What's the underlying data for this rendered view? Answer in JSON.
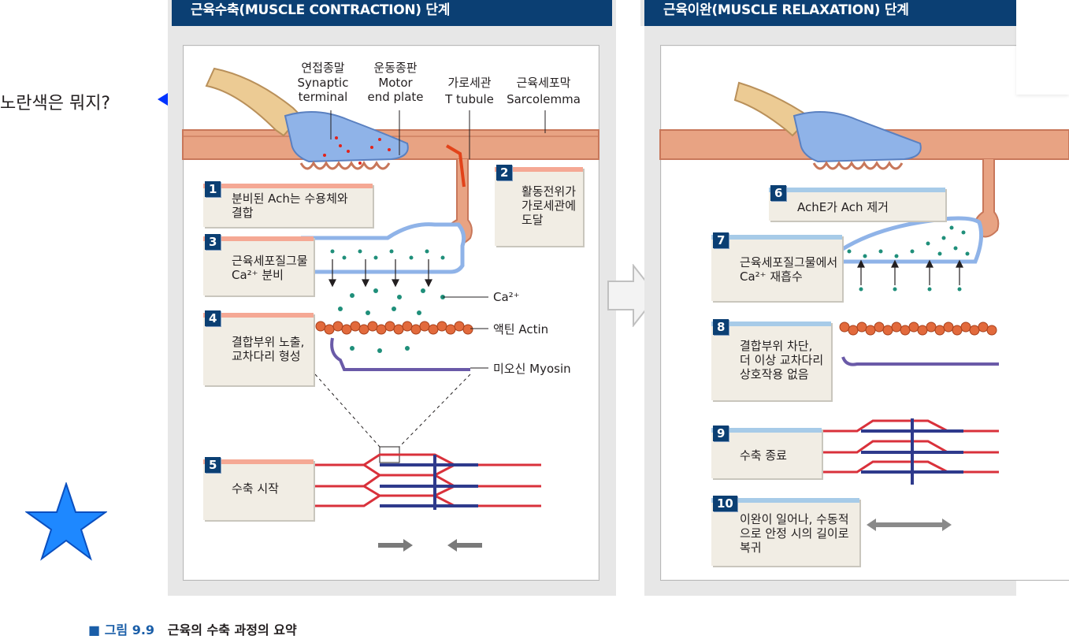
{
  "note_text": "노란색은 뭐지?",
  "left_panel": {
    "header": "근육수축(MUSCLE CONTRACTION) 단계",
    "labels": {
      "synaptic_terminal_ko": "연접종말",
      "synaptic_terminal_en": "Synaptic\nterminal",
      "motor_end_plate_ko": "운동종판",
      "motor_end_plate_en": "Motor\nend plate",
      "t_tubule_ko": "가로세관",
      "t_tubule_en": "T tubule",
      "sarcolemma_ko": "근육세포막",
      "sarcolemma_en": "Sarcolemma",
      "ca": "Ca²⁺",
      "actin": "액틴 Actin",
      "myosin": "미오신 Myosin"
    },
    "steps": [
      {
        "num": "1",
        "text": "분비된 Ach는 수용체와\n결합"
      },
      {
        "num": "2",
        "text": "활동전위가\n가로세관에\n도달"
      },
      {
        "num": "3",
        "text": "근육세포질그물\nCa²⁺ 분비"
      },
      {
        "num": "4",
        "text": "결합부위 노출,\n교차다리 형성"
      },
      {
        "num": "5",
        "text": "수축 시작"
      }
    ]
  },
  "right_panel": {
    "header": "근육이완(MUSCLE RELAXATION) 단계",
    "steps": [
      {
        "num": "6",
        "text": "AchE가 Ach 제거"
      },
      {
        "num": "7",
        "text": "근육세포질그물에서\nCa²⁺ 재흡수"
      },
      {
        "num": "8",
        "text": "결합부위 차단,\n더 이상 교차다리\n상호작용 없음"
      },
      {
        "num": "9",
        "text": "수축 종료"
      },
      {
        "num": "10",
        "text": "이완이 일어나, 수동적\n으로 안정 시의 길이로\n복귀"
      }
    ]
  },
  "caption": {
    "tag": "■ 그림 9.9",
    "title": "근육의 수축 과정의 요약"
  },
  "colors": {
    "header_bg": "#0b3f73",
    "arrow_blue": "#0033ff",
    "star_blue": "#1e88ff",
    "sarcolemma": "#e6a07d",
    "terminal": "#8fb3e8",
    "calcium": "#1f8f7a",
    "actin": "#e26a3c",
    "myosin": "#6a5aa8",
    "sarcomere_red": "#d9313b",
    "sarcomere_blue": "#2e3a8c"
  },
  "icons": [
    "left-arrow-icon",
    "star-icon",
    "right-arrow-icon",
    "double-arrow-icon"
  ]
}
